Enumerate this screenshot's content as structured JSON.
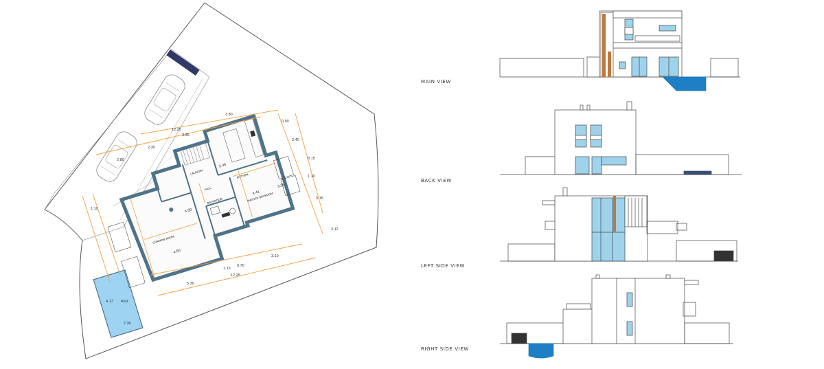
{
  "views": {
    "main": "MAIN VIEW",
    "back": "BACK VIEW",
    "left": "LEFT SIDE VIEW",
    "right": "RIGHT SIDE VIEW"
  },
  "rooms": {
    "laundry": "LAUNDRY",
    "hall": "HALL",
    "kitchen": "KITCHEN",
    "common_room": "COMMON ROOM",
    "bathroom": "BATHROOM",
    "master_bedroom": "MASTER BEDROOM",
    "pool": "POOL"
  },
  "dimensions": {
    "d_3_80": "3.80",
    "d_12_25a": "12.25",
    "d_3_35a": "3.35",
    "d_2_30": "2.30",
    "d_2_80": "2.80",
    "d_0_90": "0.90",
    "d_2_40": "2.40",
    "d_8_15": "8.15",
    "d_1_10": "1.10",
    "d_3_45": "3.45",
    "d_3_15": "3.15",
    "d_1_10b": "1.10",
    "d_3_35b": "3.35",
    "d_4_41": "4.41",
    "d_4_60": "4.60",
    "d_4_80": "4.80",
    "d_1_15": "1.15",
    "d_0_70": "0.70",
    "d_3_10": "3.10",
    "d_5_30": "5.30",
    "d_12_25b": "12.25",
    "d_3_12": "3.12",
    "d_4_17": "4.17",
    "d_2_30b": "2.30"
  },
  "colors": {
    "wall": "#4f7388",
    "glass": "#9fd3ec",
    "pool": "#9ed3f2",
    "pool_deep": "#1e7fc4",
    "dimension": "#f0a040",
    "timber": "#c0783c",
    "lines": "#444444"
  }
}
